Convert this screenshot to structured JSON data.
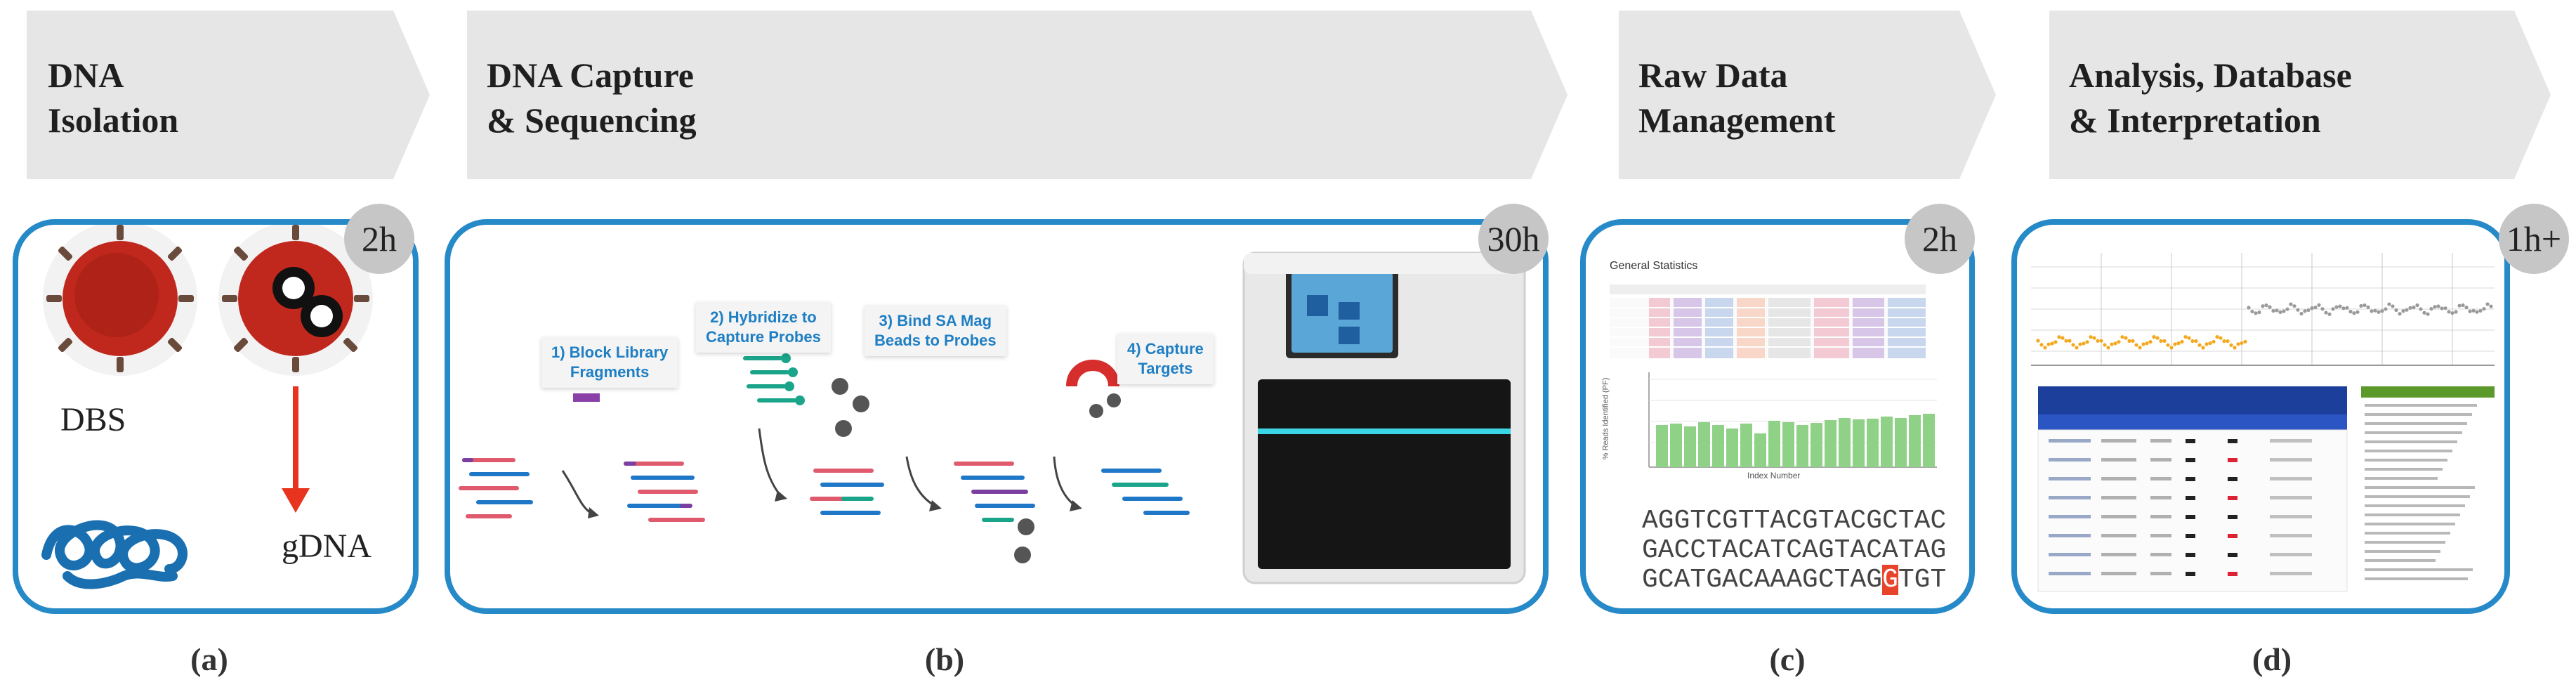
{
  "stages": [
    {
      "id": "a",
      "title": "DNA\nIsolation",
      "time": "2h",
      "label": "(a)"
    },
    {
      "id": "b",
      "title": "DNA Capture\n& Sequencing",
      "time": "30h",
      "label": "(b)"
    },
    {
      "id": "c",
      "title": "Raw Data\nManagement",
      "time": "2h",
      "label": "(c)"
    },
    {
      "id": "d",
      "title": "Analysis, Database\n& Interpretation",
      "time": "1h+",
      "label": "(d)"
    }
  ],
  "panel_a": {
    "dbs_label": "DBS",
    "gdna_label": "gDNA"
  },
  "panel_b": {
    "steps": [
      "1) Block Library\nFragments",
      "2) Hybridize to\nCapture Probes",
      "3) Bind SA Mag\nBeads to Probes",
      "4) Capture\nTargets"
    ]
  },
  "panel_c": {
    "stats_title": "General Statistics",
    "chart_ylabel": "% Reads Identified (PF)",
    "chart_xlabel": "Index Number",
    "sequence": [
      "AGGTCGTTACGTACGCTAC",
      "GACCTACATCAGTACATAG"
    ],
    "seq3_pre": "GCATGACAAAGCTAG",
    "seq3_hl": "G",
    "seq3_post": "TGT"
  },
  "colors": {
    "box_border": "#2689c8",
    "chevron": "#e6e6e6",
    "badge": "#c6c6c6",
    "arrow": "#e8331e",
    "dna": "#1a6fb0"
  }
}
